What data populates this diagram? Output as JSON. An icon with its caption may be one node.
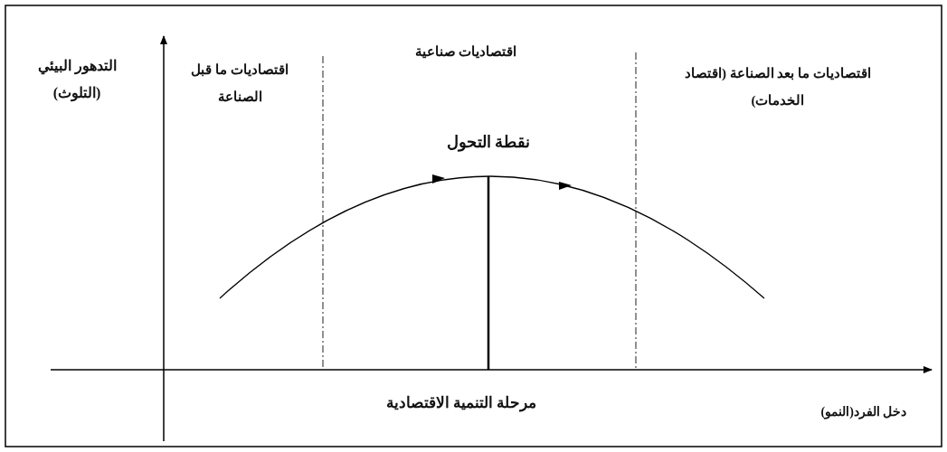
{
  "diagram": {
    "labels": [
      "التدهور البيئي (التلوث)",
      "اقتصاديات ما قبل الصناعة",
      "اقتصاديات صناعية",
      "اقتصاديات ما بعد الصناعة (اقتصاد الخدمات)",
      "نقطة التحول",
      "مرحلة التنمية الاقتصادية",
      "دخل الفرد(النمو)"
    ]
  }
}
